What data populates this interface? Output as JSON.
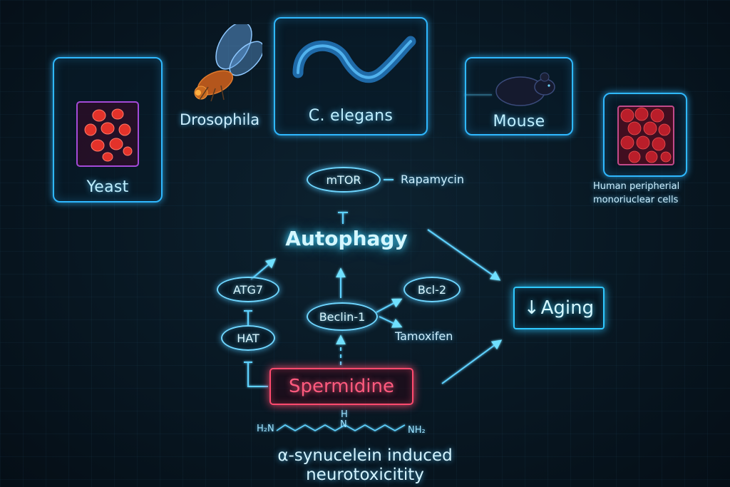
{
  "organisms": {
    "yeast": "Yeast",
    "drosophila": "Drosophila",
    "celegans": "C. elegans",
    "mouse": "Mouse",
    "pbmc_line1": "Human peripherial",
    "pbmc_line2": "monoriuclear cells"
  },
  "pathway": {
    "mtor": "mTOR",
    "rapamycin": "Rapamycin",
    "autophagy": "Autophagy",
    "atg7": "ATG7",
    "hat": "HAT",
    "beclin": "Beclin-1",
    "bcl2": "Bcl-2",
    "tamoxifen": "Tamoxifen",
    "aging_arrow": "↓",
    "aging": "Aging",
    "spermidine": "Spermidine"
  },
  "structure": {
    "left_group": "H₂N",
    "center_group": "H",
    "center_atom": "N",
    "right_group": "NH₂"
  },
  "footer": {
    "line1": "α-synucelein induced",
    "line2": "neurotoxicitity"
  },
  "colors": {
    "accent": "#2fb8ff",
    "spermidine": "#ff4a6e",
    "cell": "#e0352b"
  },
  "icons": [
    "yeast-cells-icon",
    "fly-icon",
    "worm-icon",
    "mouse-icon",
    "blood-cells-icon"
  ]
}
